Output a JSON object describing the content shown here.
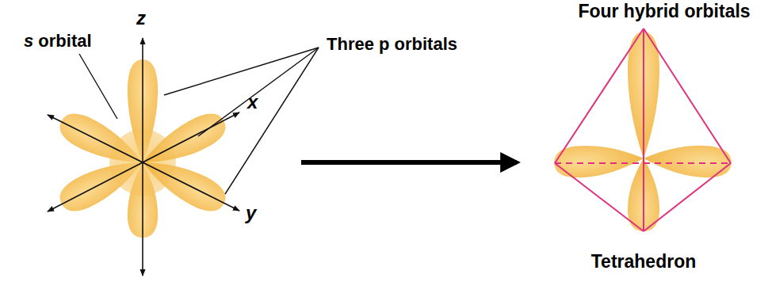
{
  "diagram": {
    "labels": [
      "s orbital",
      "z",
      "Three p orbitals",
      "x",
      "y",
      "Four hybrid orbitals",
      "Tetrahedron"
    ]
  }
}
